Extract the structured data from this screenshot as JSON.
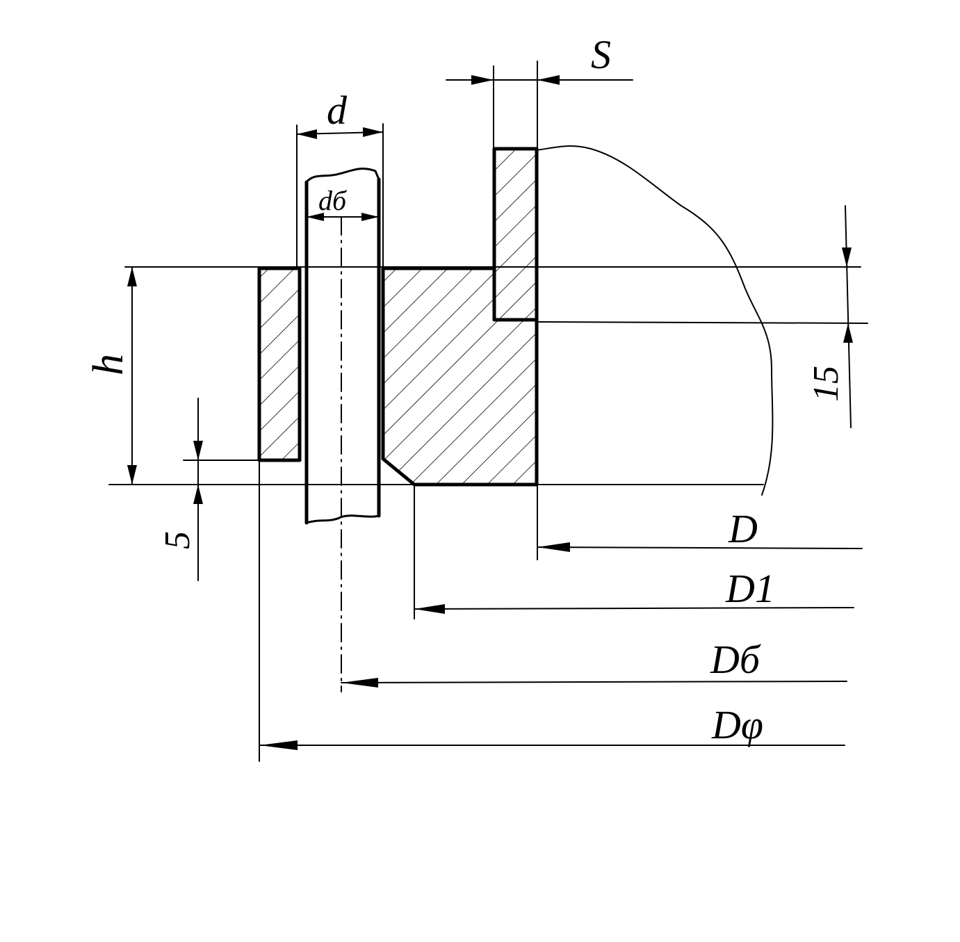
{
  "drawing": {
    "labels": {
      "s": "S",
      "d": "d",
      "d_bolt": "dб",
      "h": "h",
      "dim_15": "15",
      "dim_5": "5",
      "D": "D",
      "D1": "D1",
      "D_bolt_circle": "Dб",
      "D_flange": "Dφ"
    },
    "colors": {
      "ink": "#000000",
      "paper": "#ffffff"
    }
  }
}
